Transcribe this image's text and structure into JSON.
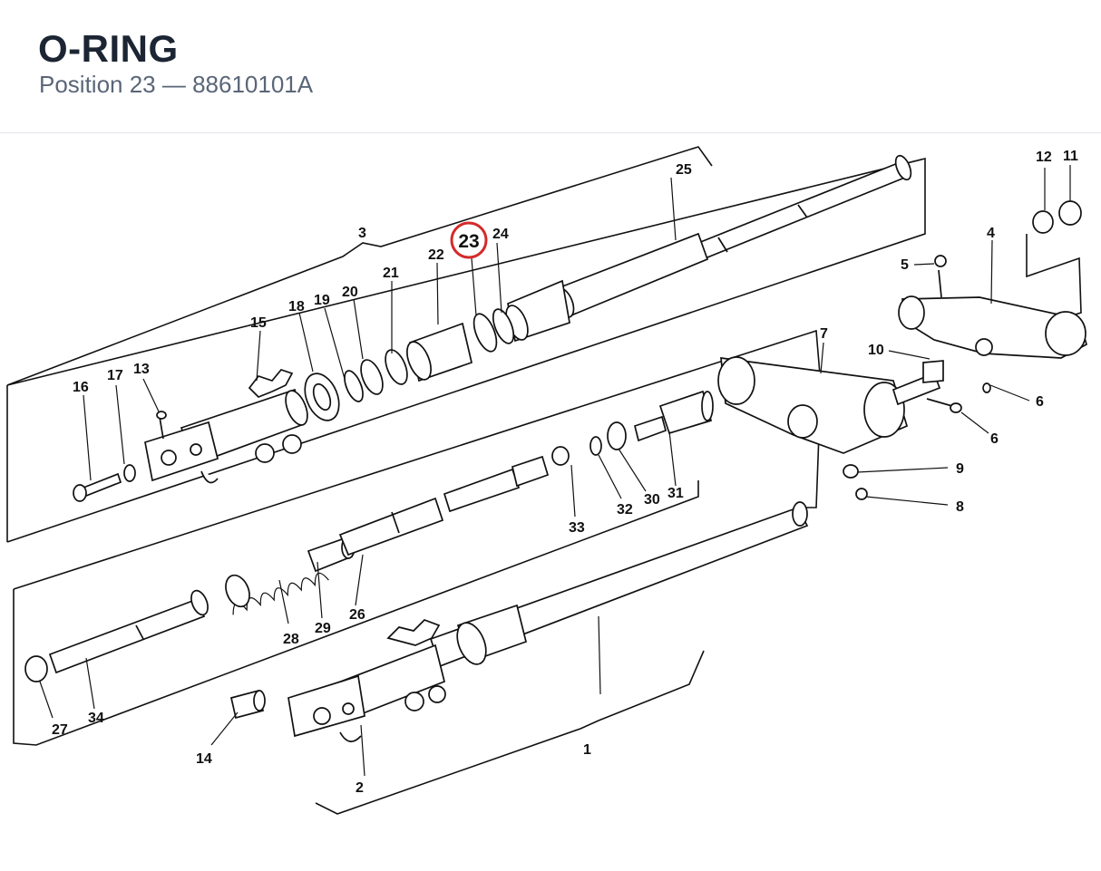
{
  "header": {
    "title": "O-RING",
    "subtitle": "Position 23 — 88610101A"
  },
  "diagram": {
    "highlight": {
      "label": "23",
      "color": "#d42a2a"
    },
    "labels": [
      "1",
      "2",
      "3",
      "4",
      "5",
      "6",
      "6",
      "7",
      "8",
      "9",
      "10",
      "11",
      "12",
      "13",
      "14",
      "15",
      "16",
      "17",
      "18",
      "19",
      "20",
      "21",
      "22",
      "24",
      "25",
      "26",
      "27",
      "28",
      "29",
      "30",
      "31",
      "32",
      "33",
      "34"
    ]
  }
}
